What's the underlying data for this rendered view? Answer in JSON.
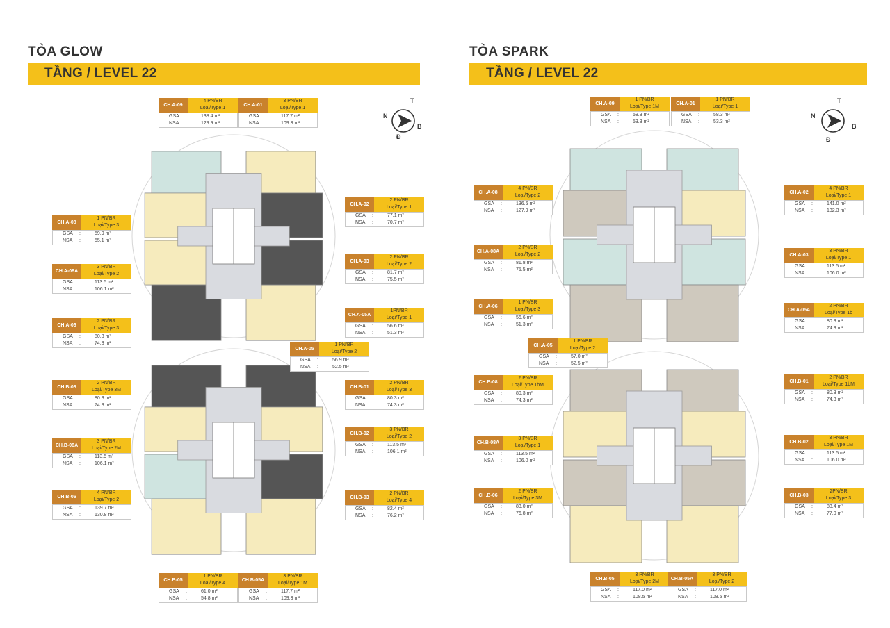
{
  "buildings": [
    {
      "title": "TÒA GLOW",
      "level": "TẦNG / LEVEL 22",
      "compass": {
        "n": "N",
        "t": "T",
        "b": "B",
        "d": "Đ"
      },
      "units": [
        {
          "code": "CH.A-09",
          "rooms": "4 PN/BR",
          "type": "Loại/Type 1",
          "gsa_label": "GSA",
          "gsa": "138.4 m²",
          "nsa_label": "NSA",
          "nsa": "129.9 m²"
        },
        {
          "code": "CH.A-01",
          "rooms": "3 PN/BR",
          "type": "Loại/Type 1",
          "gsa_label": "GSA",
          "gsa": "117.7 m²",
          "nsa_label": "NSA",
          "nsa": "109.3 m²"
        },
        {
          "code": "CH.A-02",
          "rooms": "2 PN/BR",
          "type": "Loại/Type 1",
          "gsa_label": "GSA",
          "gsa": "77.1 m²",
          "nsa_label": "NSA",
          "nsa": "70.7 m²"
        },
        {
          "code": "CH.A-08",
          "rooms": "1 PN/BR",
          "type": "Loại/Type 3",
          "gsa_label": "GSA",
          "gsa": "59.9 m²",
          "nsa_label": "NSA",
          "nsa": "55.1 m²"
        },
        {
          "code": "CH.A-08A",
          "rooms": "3 PN/BR",
          "type": "Loại/Type 2",
          "gsa_label": "GSA",
          "gsa": "113.5 m²",
          "nsa_label": "NSA",
          "nsa": "106.1 m²"
        },
        {
          "code": "CH.A-03",
          "rooms": "2 PN/BR",
          "type": "Loại/Type 2",
          "gsa_label": "GSA",
          "gsa": "81.7 m²",
          "nsa_label": "NSA",
          "nsa": "75.5 m²"
        },
        {
          "code": "CH.A-05A",
          "rooms": "1PN/BR",
          "type": "Loại/Type 1",
          "gsa_label": "GSA",
          "gsa": "56.6 m²",
          "nsa_label": "NSA",
          "nsa": "51.3 m²"
        },
        {
          "code": "CH.A-06",
          "rooms": "2 PN/BR",
          "type": "Loại/Type 3",
          "gsa_label": "GSA",
          "gsa": "80.3 m²",
          "nsa_label": "NSA",
          "nsa": "74.3 m²"
        },
        {
          "code": "CH.A-05",
          "rooms": "1 PN/BR",
          "type": "Loại/Type 2",
          "gsa_label": "GSA",
          "gsa": "56.9 m²",
          "nsa_label": "NSA",
          "nsa": "52.5 m²"
        },
        {
          "code": "CH.B-08",
          "rooms": "2 PN/BR",
          "type": "Loại/Type 3M",
          "gsa_label": "GSA",
          "gsa": "80.3 m²",
          "nsa_label": "NSA",
          "nsa": "74.3 m²"
        },
        {
          "code": "CH.B-01",
          "rooms": "2 PN/BR",
          "type": "Loại/Type 3",
          "gsa_label": "GSA",
          "gsa": "80.3 m²",
          "nsa_label": "NSA",
          "nsa": "74.3 m²"
        },
        {
          "code": "CH.B-08A",
          "rooms": "3 PN/BR",
          "type": "Loại/Type 2M",
          "gsa_label": "GSA",
          "gsa": "113.5 m²",
          "nsa_label": "NSA",
          "nsa": "106.1 m²"
        },
        {
          "code": "CH.B-02",
          "rooms": "3 PN/BR",
          "type": "Loại/Type 2",
          "gsa_label": "GSA",
          "gsa": "113.5 m²",
          "nsa_label": "NSA",
          "nsa": "106.1 m²"
        },
        {
          "code": "CH.B-06",
          "rooms": "4 PN/BR",
          "type": "Loại/Type 2",
          "gsa_label": "GSA",
          "gsa": "139.7 m²",
          "nsa_label": "NSA",
          "nsa": "130.8 m²"
        },
        {
          "code": "CH.B-03",
          "rooms": "2 PN/BR",
          "type": "Loại/Type 4",
          "gsa_label": "GSA",
          "gsa": "82.4 m²",
          "nsa_label": "NSA",
          "nsa": "76.2 m²"
        },
        {
          "code": "CH.B-05",
          "rooms": "1 PN/BR",
          "type": "Loại/Type 4",
          "gsa_label": "GSA",
          "gsa": "61.0 m²",
          "nsa_label": "NSA",
          "nsa": "54.8 m²"
        },
        {
          "code": "CH.B-05A",
          "rooms": "3 PN/BR",
          "type": "Loại/Type 1M",
          "gsa_label": "GSA",
          "gsa": "117.7 m²",
          "nsa_label": "NSA",
          "nsa": "109.3 m²"
        }
      ]
    },
    {
      "title": "TÒA SPARK",
      "level": "TẦNG / LEVEL 22",
      "compass": {
        "n": "N",
        "t": "T",
        "b": "B",
        "d": "Đ"
      },
      "units": [
        {
          "code": "CH.A-09",
          "rooms": "1 PN/BR",
          "type": "Loại/Type 1M",
          "gsa_label": "GSA",
          "gsa": "58.3 m²",
          "nsa_label": "NSA",
          "nsa": "53.3 m²"
        },
        {
          "code": "CH.A-01",
          "rooms": "1 PN/BR",
          "type": "Loại/Type 1",
          "gsa_label": "GSA",
          "gsa": "58.3 m²",
          "nsa_label": "NSA",
          "nsa": "53.3 m²"
        },
        {
          "code": "CH.A-08",
          "rooms": "4 PN/BR",
          "type": "Loại/Type 2",
          "gsa_label": "GSA",
          "gsa": "136.6 m²",
          "nsa_label": "NSA",
          "nsa": "127.9 m²"
        },
        {
          "code": "CH.A-02",
          "rooms": "4 PN/BR",
          "type": "Loại/Type 1",
          "gsa_label": "GSA",
          "gsa": "141.0 m²",
          "nsa_label": "NSA",
          "nsa": "132.3 m²"
        },
        {
          "code": "CH.A-08A",
          "rooms": "2 PN/BR",
          "type": "Loại/Type 2",
          "gsa_label": "GSA",
          "gsa": "81.8 m²",
          "nsa_label": "NSA",
          "nsa": "75.5 m²"
        },
        {
          "code": "CH.A-03",
          "rooms": "3 PN/BR",
          "type": "Loại/Type 1",
          "gsa_label": "GSA",
          "gsa": "113.5 m²",
          "nsa_label": "NSA",
          "nsa": "106.0 m²"
        },
        {
          "code": "CH.A-06",
          "rooms": "1 PN/BR",
          "type": "Loại/Type 3",
          "gsa_label": "GSA",
          "gsa": "56.6 m²",
          "nsa_label": "NSA",
          "nsa": "51.3 m²"
        },
        {
          "code": "CH.A-05A",
          "rooms": "2 PN/BR",
          "type": "Loại/Type 1b",
          "gsa_label": "GSA",
          "gsa": "80.3 m²",
          "nsa_label": "NSA",
          "nsa": "74.3 m²"
        },
        {
          "code": "CH.A-05",
          "rooms": "1 PN/BR",
          "type": "Loại/Type 2",
          "gsa_label": "GSA",
          "gsa": "57.0 m²",
          "nsa_label": "NSA",
          "nsa": "52.5 m²"
        },
        {
          "code": "CH.B-08",
          "rooms": "2 PN/BR",
          "type": "Loại/Type 1bM",
          "gsa_label": "GSA",
          "gsa": "80.3 m²",
          "nsa_label": "NSA",
          "nsa": "74.3 m²"
        },
        {
          "code": "CH.B-01",
          "rooms": "2 PN/BR",
          "type": "Loại/Type 1bM",
          "gsa_label": "GSA",
          "gsa": "80.3 m²",
          "nsa_label": "NSA",
          "nsa": "74.3 m²"
        },
        {
          "code": "CH.B-08A",
          "rooms": "3 PN/BR",
          "type": "Loại/Type 1",
          "gsa_label": "GSA",
          "gsa": "113.5 m²",
          "nsa_label": "NSA",
          "nsa": "106.0 m²"
        },
        {
          "code": "CH.B-02",
          "rooms": "3 PN/BR",
          "type": "Loại/Type 1M",
          "gsa_label": "GSA",
          "gsa": "113.5 m²",
          "nsa_label": "NSA",
          "nsa": "106.0 m²"
        },
        {
          "code": "CH.B-06",
          "rooms": "2 PN/BR",
          "type": "Loại/Type 3M",
          "gsa_label": "GSA",
          "gsa": "83.0 m²",
          "nsa_label": "NSA",
          "nsa": "76.8 m²"
        },
        {
          "code": "CH.B-03",
          "rooms": "2PN/BR",
          "type": "Loại/Type 3",
          "gsa_label": "GSA",
          "gsa": "83.4 m²",
          "nsa_label": "NSA",
          "nsa": "77.0 m²"
        },
        {
          "code": "CH.B-05",
          "rooms": "3 PN/BR",
          "type": "Loại/Type 2M",
          "gsa_label": "GSA",
          "gsa": "117.0 m²",
          "nsa_label": "NSA",
          "nsa": "108.5 m²"
        },
        {
          "code": "CH.B-05A",
          "rooms": "3 PN/BR",
          "type": "Loại/Type 2",
          "gsa_label": "GSA",
          "gsa": "117.0 m²",
          "nsa_label": "NSA",
          "nsa": "108.5 m²"
        }
      ]
    }
  ],
  "colors": {
    "accent_yellow": "#f4c01a",
    "tag_orange": "#c9822c",
    "unit_yellow": "#f6ebbd",
    "unit_teal": "#cfe4e0",
    "unit_dark": "#555555",
    "unit_taupe": "#cfc9be",
    "core_gray": "#d9dbe0"
  }
}
